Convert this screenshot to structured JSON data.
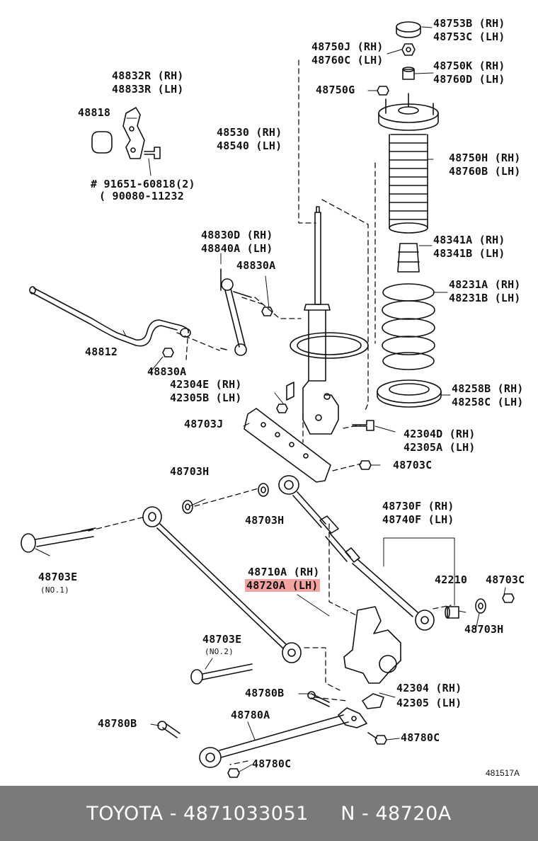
{
  "labels": {
    "l48753b": "48753B (RH)",
    "l48753c": "48753C (LH)",
    "l48750j": "48750J (RH)",
    "l48760c": "48760C (LH)",
    "l48750k": "48750K (RH)",
    "l48760d": "48760D (LH)",
    "l48750g": "48750G",
    "l48832r": "48832R (RH)",
    "l48833r": "48833R (LH)",
    "l48818": "48818",
    "l48530": "48530 (RH)",
    "l48540": "48540 (LH)",
    "l48750h": "48750H (RH)",
    "l48760b": "48760B (LH)",
    "l91651": "# 91651-60818(2)",
    "l90080": "( 90080-11232",
    "l48830d": "48830D (RH)",
    "l48840a": "48840A (LH)",
    "l48830a1": "48830A",
    "l48341a": "48341A (RH)",
    "l48341b": "48341B (LH)",
    "l48231a": "48231A (RH)",
    "l48231b": "48231B (LH)",
    "l48812": "48812",
    "l48830a2": "48830A",
    "l42304e": "42304E (RH)",
    "l42305b": "42305B (LH)",
    "l48258b": "48258B (RH)",
    "l48258c": "48258C (LH)",
    "l48703j": "48703J",
    "l42304d": "42304D (RH)",
    "l42305a": "42305A (LH)",
    "l48703h1": "48703H",
    "l48703c1": "48703C",
    "l48730f": "48730F (RH)",
    "l48740f": "48740F (LH)",
    "l48703h2": "48703H",
    "l48703e1": "48703E",
    "l48703e1sub": "(NO.1)",
    "l48710a": "48710A (RH)",
    "l48720a": "48720A (LH)",
    "l42210": "42210",
    "l48703c2": "48703C",
    "l48703h3": "48703H",
    "l48703e2": "48703E",
    "l48703e2sub": "(NO.2)",
    "l48780b1": "48780B",
    "l42304": "42304 (RH)",
    "l42305": "42305 (LH)",
    "l48780a": "48780A",
    "l48780b2": "48780B",
    "l48780c1": "48780C",
    "l48780c2": "48780C"
  },
  "diagram_code": "481517A",
  "footer": "TOYOTA - 4871033051     N - 48720A",
  "colors": {
    "highlight": "#f4a3a3",
    "footer_bg": "#7a7a7a",
    "line": "#111111"
  }
}
